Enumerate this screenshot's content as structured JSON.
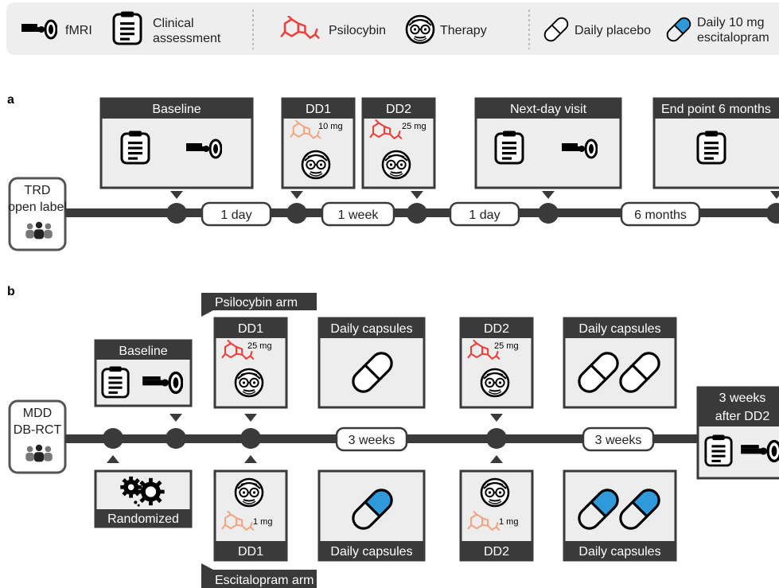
{
  "legend": {
    "fmri": "fMRI",
    "clinical_1": "Clinical",
    "clinical_2": "assessment",
    "psilocybin": "Psilocybin",
    "therapy": "Therapy",
    "placebo": "Daily placebo",
    "escitalopram_1": "Daily 10 mg",
    "escitalopram_2": "escitalopram"
  },
  "panel_a": {
    "label": "a",
    "group": [
      "TRD",
      "open label"
    ],
    "boxes": {
      "baseline": "Baseline",
      "dd1": "DD1",
      "dd1_dose": "10 mg",
      "dd2": "DD2",
      "dd2_dose": "25 mg",
      "next_day": "Next-day visit",
      "end_point": "End point 6 months"
    },
    "intervals": [
      "1 day",
      "1 week",
      "1 day",
      "6 months"
    ]
  },
  "panel_b": {
    "label": "b",
    "group": [
      "MDD",
      "DB-RCT"
    ],
    "psilocybin_arm": "Psilocybin arm",
    "escitalopram_arm": "Escitalopram arm",
    "top": {
      "baseline": "Baseline",
      "dd1": "DD1",
      "dd1_dose": "25 mg",
      "capsules_1": "Daily capsules",
      "dd2": "DD2",
      "dd2_dose": "25 mg",
      "capsules_2": "Daily capsules"
    },
    "bottom": {
      "randomized": "Randomized",
      "dd1": "DD1",
      "dd1_dose": "1 mg",
      "capsules_1": "Daily capsules",
      "dd2": "DD2",
      "dd2_dose": "1 mg",
      "capsules_2": "Daily capsules"
    },
    "intervals": [
      "3 weeks",
      "3 weeks"
    ],
    "end": [
      "3 weeks",
      "after DD2"
    ]
  },
  "colors": {
    "dark": "#3a3a3a",
    "box_fill": "#ededed",
    "legend_bg": "#eeeeee",
    "psilocybin": "#e8423e",
    "escitalopram": "#2e9ad9"
  }
}
